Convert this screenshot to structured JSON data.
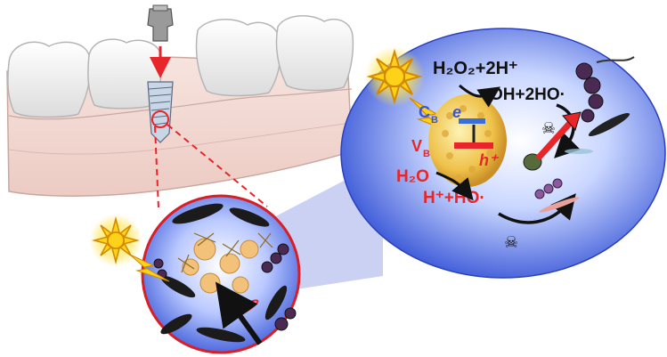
{
  "labels": {
    "h2o2": "H₂O₂+2H⁺",
    "oh2ho": "OH+2HO·",
    "cb_letter": "C",
    "cb_sub": "B",
    "electron": "e",
    "vb_letter": "V",
    "vb_sub": "B",
    "hole": "h⁺",
    "h2o": "H₂O",
    "hplus_ho": "H⁺+HO·"
  },
  "colors": {
    "background": "#ffffff",
    "gum": "#f4d9d3",
    "gum_line": "#c9a8a0",
    "tooth": "#f2f2f2",
    "tooth_outline": "#b5b5b5",
    "accent_red": "#e8262a",
    "bubble_blue": "#3d5bd9",
    "bubble_light": "#7fa0ff",
    "sun_yellow": "#ffd21a",
    "label_text": "#111111",
    "label_red": "#e8262a",
    "bacteria_purple": "#4a2a52"
  },
  "icons": [
    "sun-icon",
    "lightning-icon",
    "skull-crossbones-icon",
    "implant-icon",
    "bacteria-icon"
  ]
}
